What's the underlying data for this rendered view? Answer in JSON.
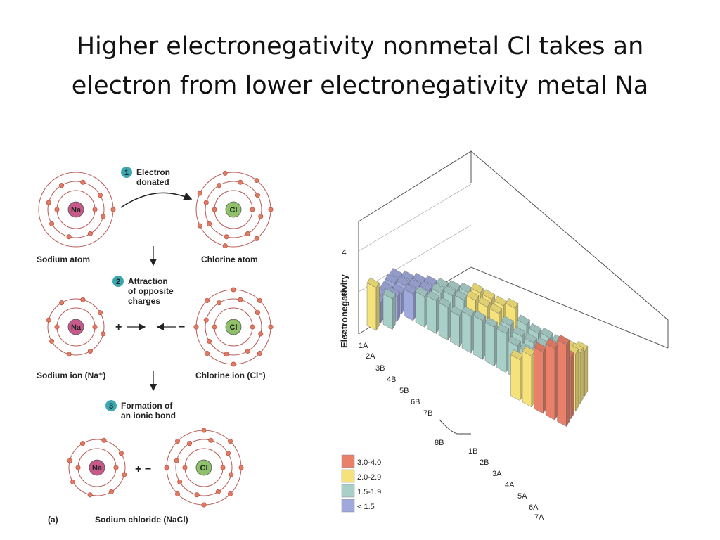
{
  "slide": {
    "title_line1": "Higher electronegativity nonmetal Cl takes an",
    "title_line2": "electron from lower electronegativity metal Na"
  },
  "ionic_diagram": {
    "steps": [
      {
        "number": "1",
        "text_line1": "Electron",
        "text_line2": "donated",
        "text_line3": ""
      },
      {
        "number": "2",
        "text_line1": "Attraction",
        "text_line2": "of opposite",
        "text_line3": "charges"
      },
      {
        "number": "3",
        "text_line1": "Formation of",
        "text_line2": "an ionic bond",
        "text_line3": ""
      }
    ],
    "na_symbol": "Na",
    "cl_symbol": "Cl",
    "sodium_atom_label": "Sodium atom",
    "chlorine_atom_label": "Chlorine atom",
    "sodium_ion_label": "Sodium ion (Na⁺)",
    "chlorine_ion_label": "Chlorine ion (Cl⁻)",
    "sodium_chloride_label": "Sodium chloride (NaCl)",
    "panel_label": "(a)",
    "plus": "+",
    "minus": "−",
    "colors": {
      "sodium": "#c75a8a",
      "chlorine": "#8fc06a",
      "electron": "#e07a62",
      "step_badge": "#3aa8b0"
    }
  },
  "electronegativity_chart": {
    "y_axis_label": "Electronegativity",
    "y_ticks": [
      "0",
      "2",
      "4"
    ],
    "groups": [
      "1A",
      "2A",
      "3B",
      "4B",
      "5B",
      "6B",
      "7B",
      "8B",
      "1B",
      "2B",
      "3A",
      "4A",
      "5A",
      "6A",
      "7A"
    ],
    "legend": [
      {
        "label": "3.0-4.0",
        "color": "#e8806a"
      },
      {
        "label": "2.0-2.9",
        "color": "#f5e27a"
      },
      {
        "label": "1.5-1.9",
        "color": "#a9cfc9"
      },
      {
        "label": "< 1.5",
        "color": "#9fa9dc"
      }
    ]
  }
}
